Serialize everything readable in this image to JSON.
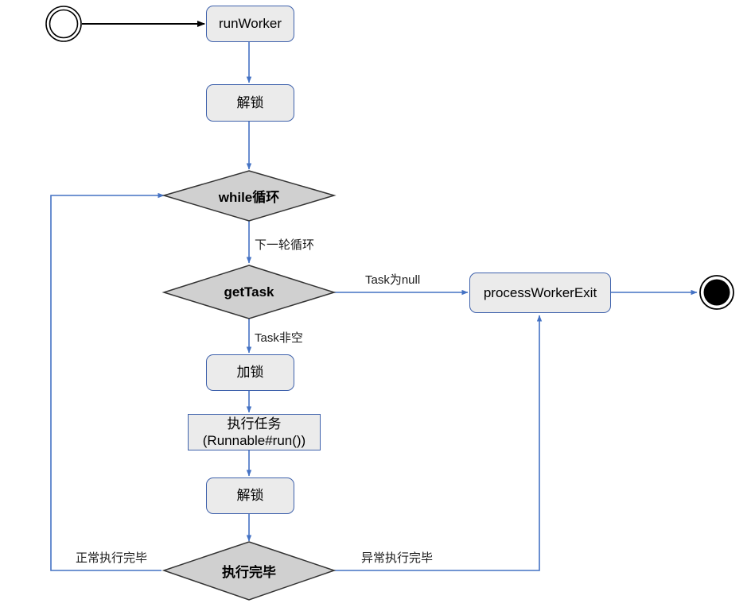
{
  "diagram": {
    "title": "runWorker flowchart",
    "colors": {
      "node_fill": "#ebebeb",
      "node_border": "#3f62ac",
      "decision_fill": "#d0d0d0",
      "decision_border": "#333333",
      "edge": "#4472c4",
      "start_edge": "#000000",
      "background": "#ffffff"
    },
    "nodes": [
      {
        "id": "start",
        "kind": "start-circle",
        "label": ""
      },
      {
        "id": "runworker",
        "kind": "process",
        "label": "runWorker"
      },
      {
        "id": "unlock-top",
        "kind": "process",
        "label": "解锁"
      },
      {
        "id": "while-loop",
        "kind": "decision",
        "label": "while循环"
      },
      {
        "id": "gettask",
        "kind": "decision",
        "label": "getTask"
      },
      {
        "id": "lock",
        "kind": "process",
        "label": "加锁"
      },
      {
        "id": "run-task",
        "kind": "process",
        "label": "执行任务\n(Runnable#run())"
      },
      {
        "id": "unlock-bottom",
        "kind": "process",
        "label": "解锁"
      },
      {
        "id": "done",
        "kind": "decision",
        "label": "执行完毕"
      },
      {
        "id": "process-worker-exit",
        "kind": "process",
        "label": "processWorkerExit"
      },
      {
        "id": "end",
        "kind": "end-circle",
        "label": ""
      }
    ],
    "edge_labels": {
      "next_loop": "下一轮循环",
      "task_is_null": "Task为null",
      "task_not_null": "Task非空",
      "normal_finish": "正常执行完毕",
      "abnormal_finish": "异常执行完毕"
    }
  }
}
